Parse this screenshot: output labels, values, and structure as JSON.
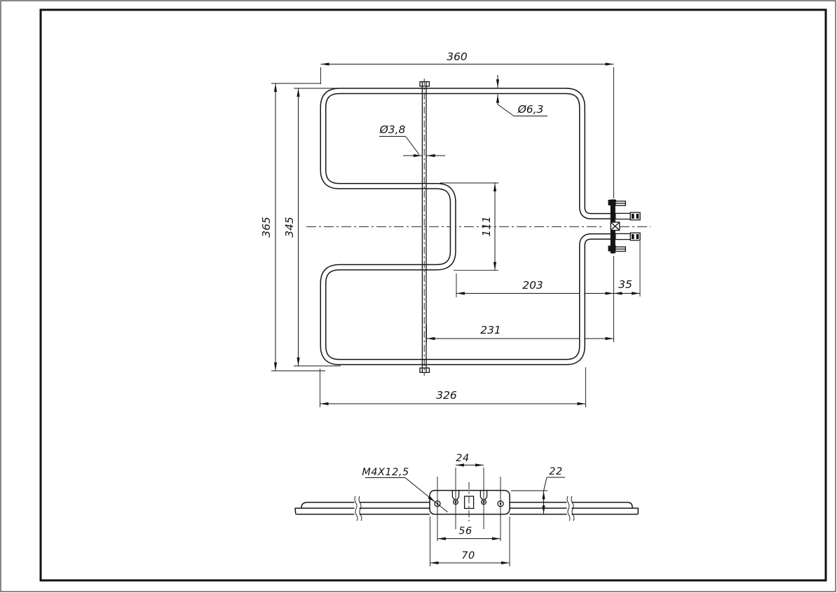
{
  "colors": {
    "line": "#141414",
    "background": "#ffffff"
  },
  "main_view": {
    "dimensions": {
      "width_top": "360",
      "tube_diameter": "Ø6,3",
      "rod_diameter": "Ø3,8",
      "height_overall": "365",
      "height_element": "345",
      "loop_height": "111",
      "to_flange_inner": "203",
      "terminal_length": "35",
      "to_flange_outer": "231",
      "width_bottom": "326"
    }
  },
  "bottom_view": {
    "dimensions": {
      "pin_spacing": "24",
      "screw_spec": "M4X12,5",
      "bracket_height": "22",
      "hole_spacing": "56",
      "bracket_width": "70"
    }
  }
}
